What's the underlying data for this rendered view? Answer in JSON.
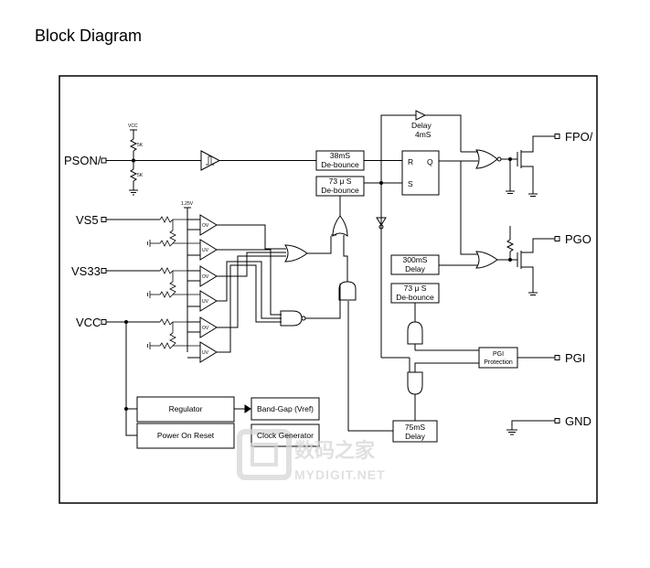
{
  "title": "Block Diagram",
  "pins": {
    "pson": "PSON/",
    "vs5": "VS5",
    "vs33": "VS33",
    "vcc": "VCC",
    "fpo": "FPO/",
    "pgo": "PGO",
    "pgi": "PGI",
    "gnd": "GND"
  },
  "labels": {
    "vcc_small": "VCC",
    "res_top": "5K",
    "res_bottom": "5K",
    "ref_125": "1.25V",
    "ov": "OV",
    "uv": "UV",
    "r": "R",
    "q": "Q",
    "s": "S",
    "delay_top_1": "Delay",
    "delay_top_2": "4mS"
  },
  "blocks": {
    "debounce_38ms_1": "38mS",
    "debounce_38ms_2": "De-bounce",
    "debounce_73us_1": "73 μ S",
    "debounce_73us_2": "De-bounce",
    "delay_300ms_1": "300mS",
    "delay_300ms_2": "Delay",
    "debounce_73us_b_1": "73 μ S",
    "debounce_73us_b_2": "De-bounce",
    "pgi_protection_1": "PGI",
    "pgi_protection_2": "Protection",
    "delay_75ms_1": "75mS",
    "delay_75ms_2": "Delay",
    "regulator": "Regulator",
    "power_on_reset": "Power On Reset",
    "bandgap": "Band-Gap (Vref)",
    "clock_generator": "Clock Generator"
  },
  "watermark": {
    "cn": "数码之家",
    "en": "MYDIGIT.NET"
  }
}
